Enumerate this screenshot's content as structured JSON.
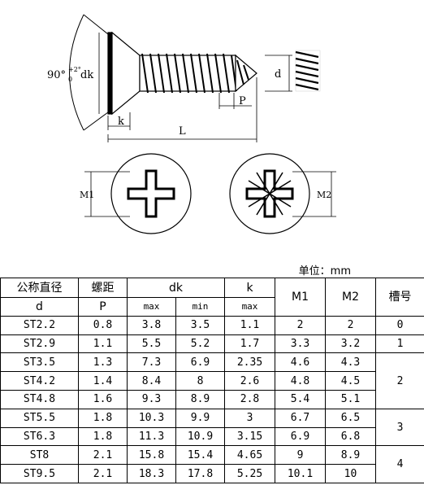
{
  "drawing": {
    "angle_label": "90°",
    "angle_tol_upper": "+2°",
    "angle_tol_lower": "0",
    "dim_dk": "dk",
    "dim_d": "d",
    "dim_k": "k",
    "dim_L": "L",
    "dim_P": "P",
    "dim_m1": "M1",
    "dim_m2": "M2"
  },
  "unit_label": "单位：mm",
  "table": {
    "headers": {
      "d_top": "公称直径",
      "d_bot": "d",
      "p_top": "螺距",
      "p_bot": "P",
      "dk": "dk",
      "dk_max": "max",
      "dk_min": "min",
      "k_top": "k",
      "k_bot": "max",
      "m1": "M1",
      "m2": "M2",
      "slot": "槽号"
    },
    "rows": [
      {
        "d": "ST2.2",
        "p": "0.8",
        "dkmax": "3.8",
        "dkmin": "3.5",
        "k": "1.1",
        "m1": "2",
        "m2": "2"
      },
      {
        "d": "ST2.9",
        "p": "1.1",
        "dkmax": "5.5",
        "dkmin": "5.2",
        "k": "1.7",
        "m1": "3.3",
        "m2": "3.2"
      },
      {
        "d": "ST3.5",
        "p": "1.3",
        "dkmax": "7.3",
        "dkmin": "6.9",
        "k": "2.35",
        "m1": "4.6",
        "m2": "4.3"
      },
      {
        "d": "ST4.2",
        "p": "1.4",
        "dkmax": "8.4",
        "dkmin": "8",
        "k": "2.6",
        "m1": "4.8",
        "m2": "4.5"
      },
      {
        "d": "ST4.8",
        "p": "1.6",
        "dkmax": "9.3",
        "dkmin": "8.9",
        "k": "2.8",
        "m1": "5.4",
        "m2": "5.1"
      },
      {
        "d": "ST5.5",
        "p": "1.8",
        "dkmax": "10.3",
        "dkmin": "9.9",
        "k": "3",
        "m1": "6.7",
        "m2": "6.5"
      },
      {
        "d": "ST6.3",
        "p": "1.8",
        "dkmax": "11.3",
        "dkmin": "10.9",
        "k": "3.15",
        "m1": "6.9",
        "m2": "6.8"
      },
      {
        "d": "ST8",
        "p": "2.1",
        "dkmax": "15.8",
        "dkmin": "15.4",
        "k": "4.65",
        "m1": "9",
        "m2": "8.9"
      },
      {
        "d": "ST9.5",
        "p": "2.1",
        "dkmax": "18.3",
        "dkmin": "17.8",
        "k": "5.25",
        "m1": "10.1",
        "m2": "10"
      }
    ],
    "slot_groups": [
      "0",
      "1",
      "2",
      "3",
      "4"
    ]
  }
}
